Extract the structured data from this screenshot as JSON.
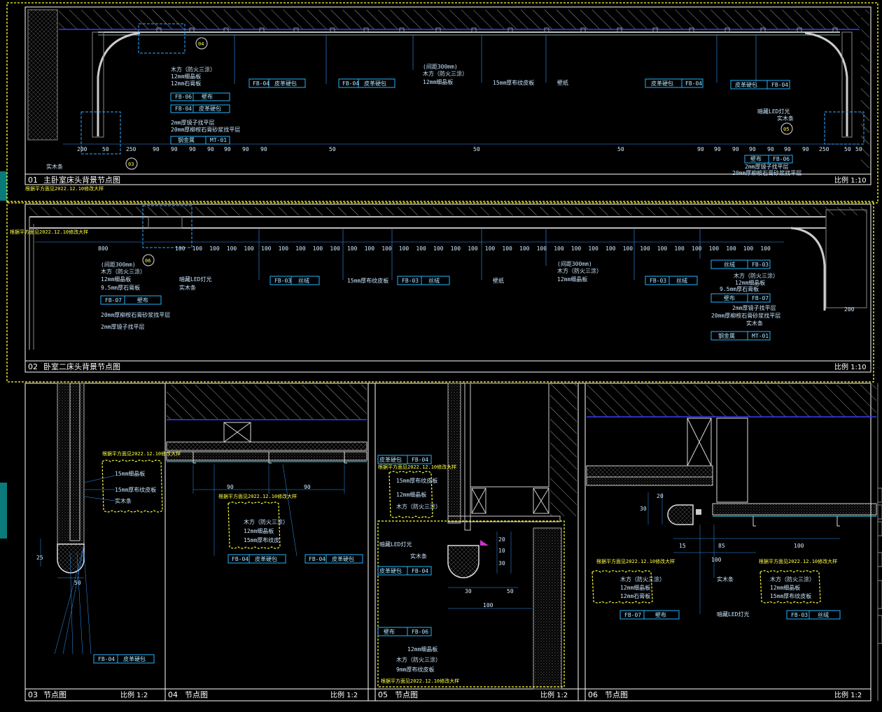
{
  "panels": {
    "p01": {
      "num": "01",
      "title": "主卧室床头背景节点图",
      "scale": "比例 1:10",
      "note": "根据平方面见2022.12.10修改大样"
    },
    "p02": {
      "num": "02",
      "title": "卧室二床头背景节点图",
      "scale": "比例 1:10",
      "note": "根据平方面见2022.12.10修改大样"
    },
    "p03": {
      "num": "03",
      "title": "节点图",
      "scale": "比例 1:2",
      "note": "根据平方面见2022.12.10修改大样"
    },
    "p04": {
      "num": "04",
      "title": "节点图",
      "scale": "比例 1:2",
      "note": "根据平方面见2022.12.10修改大样"
    },
    "p05": {
      "num": "05",
      "title": "节点图",
      "scale": "比例 1:2",
      "note1": "根据平方面见2022.12.10修改大样",
      "note2": "根据平方面见2022.12.10修改大样"
    },
    "p06": {
      "num": "06",
      "title": "节点图",
      "scale": "比例 1:2",
      "note1": "根据平方面见2022.12.10修改大样",
      "note2": "根据平方面见2022.12.10修改大样"
    }
  },
  "p01_labels": {
    "l1": "木方（防火三涂）",
    "l2": "12mm细晶板",
    "l3": "12mm石膏板",
    "fb06": "FB-06",
    "fb06t": "壁布",
    "fb04": "FB-04",
    "fb04t": "皮革硬包",
    "l4": "2mm厚镜子找平层",
    "l5": "20mm厚柳桉石膏砂浆找平层",
    "mt": "MT-01",
    "mtt": "钢金属",
    "wood": "实木条",
    "c1": "(间距300mm)",
    "c2": "木方（防火三涂）",
    "c3": "12mm细晶板",
    "c4": "15mm厚布纹皮板",
    "c5": "壁纸",
    "led": "暗藏LED灯光",
    "wood2": "实木条",
    "b04": "FB-04",
    "b04t": "皮革硬包",
    "b06": "FB-06",
    "b06t": "壁布",
    "b1": "2mm厚镜子找平层",
    "b2": "20mm厚柳桉石膏砂浆找平层",
    "mark04": "04",
    "mark03": "03",
    "mark05": "05"
  },
  "p01_dims": [
    "200",
    "50",
    "250",
    "90",
    "90",
    "90",
    "90",
    "90",
    "90",
    "90",
    "50",
    "50",
    "50",
    "90",
    "90",
    "90",
    "90",
    "90",
    "90",
    "90",
    "250",
    "50",
    "50"
  ],
  "p02_labels": {
    "a1": "(间距300mm)",
    "a2": "木方（防火三涂）",
    "a3": "12mm细晶板",
    "a4": "9.5mm厚石膏板",
    "fb07": "FB-07",
    "fb07t": "壁布",
    "a5": "20mm厚柳桉石膏砂浆找平层",
    "a6": "2mm厚镜子找平层",
    "led": "暗藏LED灯光",
    "wood": "实木条",
    "fb03": "FB-03",
    "fb03t": "丝绒",
    "c4": "15mm厚布纹皮板",
    "c5": "壁纸",
    "c6": "(间距300mm)",
    "c7": "木方（防火三涂）",
    "c8": "12mm细晶板",
    "r1": "木方（防火三涂）",
    "r2": "12mm细晶板",
    "r3": "9.5mm厚石膏板",
    "r4": "2mm厚镜子找平层",
    "r5": "20mm厚柳桉石膏砂浆找平层",
    "r6": "实木条",
    "mt": "MT-01",
    "mtt": "钢金属",
    "dim800": "800",
    "dim200": "200",
    "mark06": "06"
  },
  "p03_labels": {
    "l1": "15mm细晶板",
    "l2": "15mm厚布纹皮板",
    "l3": "实木条",
    "fb": "FB-04",
    "fbt": "皮革硬包",
    "d25": "25",
    "d50": "50"
  },
  "p04_labels": {
    "l1": "木方（防火三涂）",
    "l2": "12mm细晶板",
    "l3": "15mm厚布纹皮",
    "fb": "FB-04",
    "fbt": "皮革硬包",
    "d90a": "90",
    "d90b": "90"
  },
  "p05_labels": {
    "top1": "FB-04",
    "top1t": "皮革硬包",
    "l1": "15mm厚布纹皮板",
    "l2": "12mm细晶板",
    "l3": "木方（防火三涂）",
    "led": "暗藏LED灯光",
    "wood": "实木条",
    "fb": "FB-04",
    "fbt": "皮革硬包",
    "fb06": "FB-06",
    "fb06t": "壁布",
    "b1": "12mm细晶板",
    "b2": "木方（防火三涂）",
    "b3": "9mm厚布纹皮板",
    "d20": "20",
    "d10": "10",
    "d30": "30",
    "d50": "50",
    "d100": "100"
  },
  "p06_labels": {
    "l1": "木方（防火三涂）",
    "l2": "12mm细晶板",
    "l3": "12mm石膏板",
    "fb07": "FB-07",
    "fb07t": "壁布",
    "wood": "实木条",
    "led": "暗藏LED灯光",
    "r1": "木方（防火三涂）",
    "r2": "12mm细晶板",
    "r3": "15mm厚布纹皮板",
    "fb03": "FB-03",
    "fb03t": "丝绒",
    "d15a": "15",
    "d85": "85",
    "d100": "100",
    "d100b": "100",
    "d30": "30",
    "d20": "20"
  }
}
